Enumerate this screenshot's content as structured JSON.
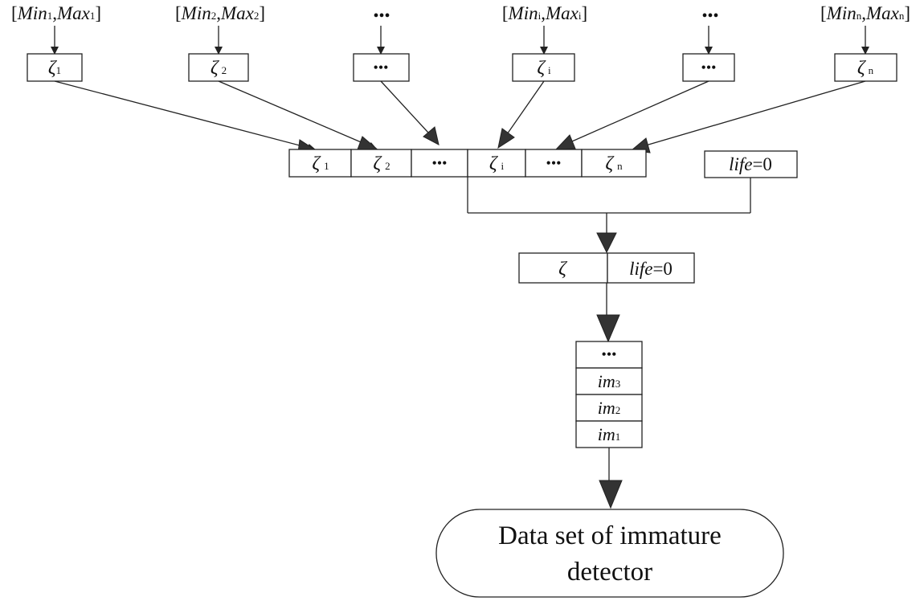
{
  "ranges": [
    {
      "pre": "[",
      "a": "Min",
      "a_sub": "1",
      "sep": ",",
      "b": "Max",
      "b_sub": "1",
      "post": "]"
    },
    {
      "pre": "[",
      "a": "Min",
      "a_sub": "2",
      "sep": ",",
      "b": "Max",
      "b_sub": "2",
      "post": "]"
    },
    {
      "text": "•••"
    },
    {
      "pre": "[",
      "a": "Min",
      "a_sub": "i",
      "sep": ",",
      "b": "Max",
      "b_sub": "i",
      "post": "]"
    },
    {
      "text": "•••"
    },
    {
      "pre": "[",
      "a": "Min",
      "a_sub": "n",
      "sep": ",",
      "b": "Max",
      "b_sub": "n",
      "post": "]"
    }
  ],
  "genes": [
    {
      "sym": "ζ",
      "sub": "1"
    },
    {
      "sym": "ζ",
      "sub": "2"
    },
    {
      "sym": "•••",
      "sub": ""
    },
    {
      "sym": "ζ",
      "sub": "i"
    },
    {
      "sym": "•••",
      "sub": ""
    },
    {
      "sym": "ζ",
      "sub": "n"
    }
  ],
  "combined": [
    {
      "sym": "ζ",
      "sub": "1"
    },
    {
      "sym": "ζ",
      "sub": "2"
    },
    {
      "sym": "•••",
      "sub": ""
    },
    {
      "sym": "ζ",
      "sub": "i"
    },
    {
      "sym": "•••",
      "sub": ""
    },
    {
      "sym": "ζ",
      "sub": "n"
    }
  ],
  "life_box": {
    "var": "life",
    "val": "=0"
  },
  "detector": {
    "sym": "ζ",
    "var": "life",
    "val": "=0"
  },
  "stack": [
    {
      "var": "•••",
      "sub": ""
    },
    {
      "var": "im",
      "sub": "3"
    },
    {
      "var": "im",
      "sub": "2"
    },
    {
      "var": "im",
      "sub": "1"
    }
  ],
  "output": {
    "line1": "Data set of immature",
    "line2": "detector"
  }
}
